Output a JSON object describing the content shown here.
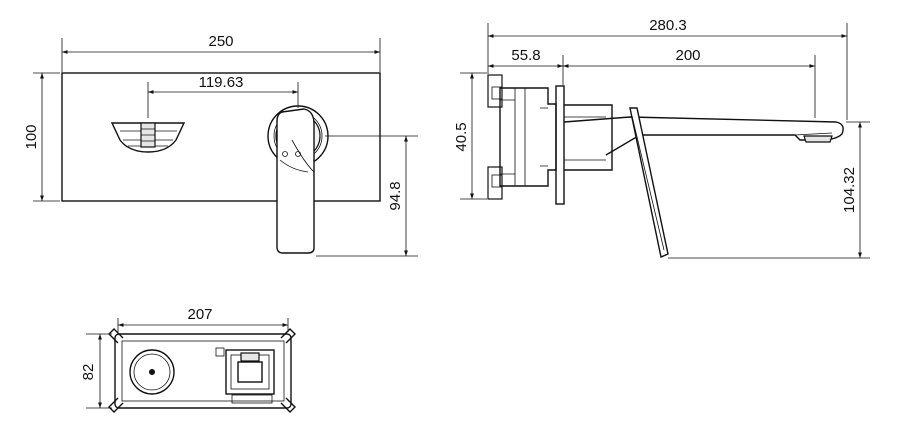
{
  "dimensions": {
    "front_width": "250",
    "front_height": "100",
    "spout_offset": "119.63",
    "handle_height": "94.8",
    "total_projection": "280.3",
    "body_depth": "55.8",
    "spout_length": "200",
    "body_height": "40.5",
    "spout_drop": "104.32",
    "box_width": "207",
    "box_height": "82"
  },
  "colors": {
    "line": "#111111",
    "fill_light": "#e6e6e6",
    "background": "#ffffff"
  }
}
